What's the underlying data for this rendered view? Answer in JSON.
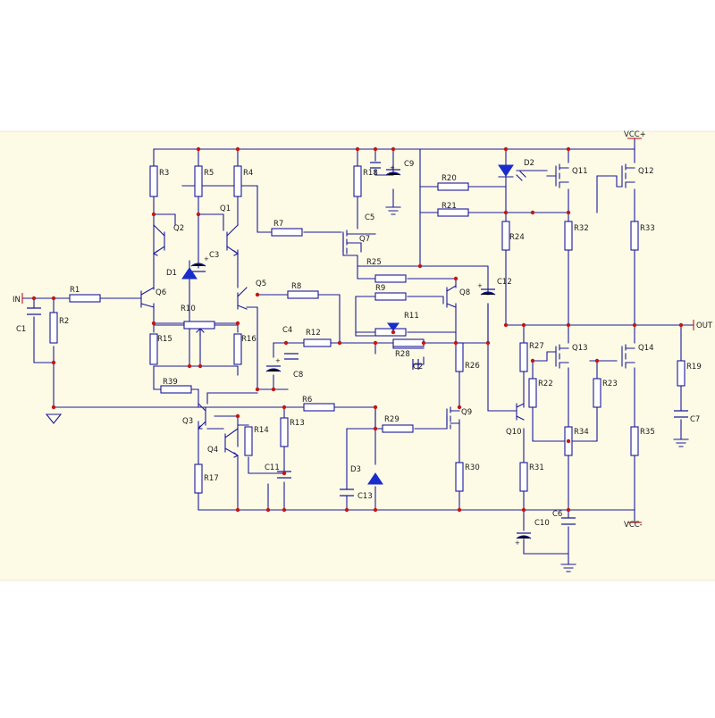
{
  "colors": {
    "background": "#fdfbe6",
    "wire": "#1a1a9c",
    "junction": "#c01818",
    "diode_fill": "#1a2ccc",
    "label": "#1a1a1a"
  },
  "ports": {
    "in": "IN",
    "out": "OUT",
    "vcc_pos": "VCC+",
    "vcc_neg": "VCC-"
  },
  "labels": {
    "R1": "R1",
    "R2": "R2",
    "R3": "R3",
    "R4": "R4",
    "R5": "R5",
    "R6": "R6",
    "R7": "R7",
    "R8": "R8",
    "R9": "R9",
    "R10": "R10",
    "R11": "R11",
    "R12": "R12",
    "R13": "R13",
    "R14": "R14",
    "R15": "R15",
    "R16": "R16",
    "R17": "R17",
    "R18": "R18",
    "R19": "R19",
    "R20": "R20",
    "R21": "R21",
    "R22": "R22",
    "R23": "R23",
    "R24": "R24",
    "R25": "R25",
    "R26": "R26",
    "R27": "R27",
    "R28": "R28",
    "R29": "R29",
    "R30": "R30",
    "R31": "R31",
    "R32": "R32",
    "R33": "R33",
    "R34": "R34",
    "R35": "R35",
    "R39": "R39",
    "C1": "C1",
    "C2": "C2",
    "C3": "C3",
    "C4": "C4",
    "C5": "C5",
    "C6": "C6",
    "C7": "C7",
    "C8": "C8",
    "C9": "C9",
    "C10": "C10",
    "C11": "C11",
    "C12": "C12",
    "C13": "C13",
    "Q1": "Q1",
    "Q2": "Q2",
    "Q3": "Q3",
    "Q4": "Q4",
    "Q5": "Q5",
    "Q6": "Q6",
    "Q7": "Q7",
    "Q8": "Q8",
    "Q9": "Q9",
    "Q10": "Q10",
    "Q11": "Q11",
    "Q12": "Q12",
    "Q13": "Q13",
    "Q14": "Q14",
    "D1": "D1",
    "D2": "D2",
    "D3": "D3"
  }
}
